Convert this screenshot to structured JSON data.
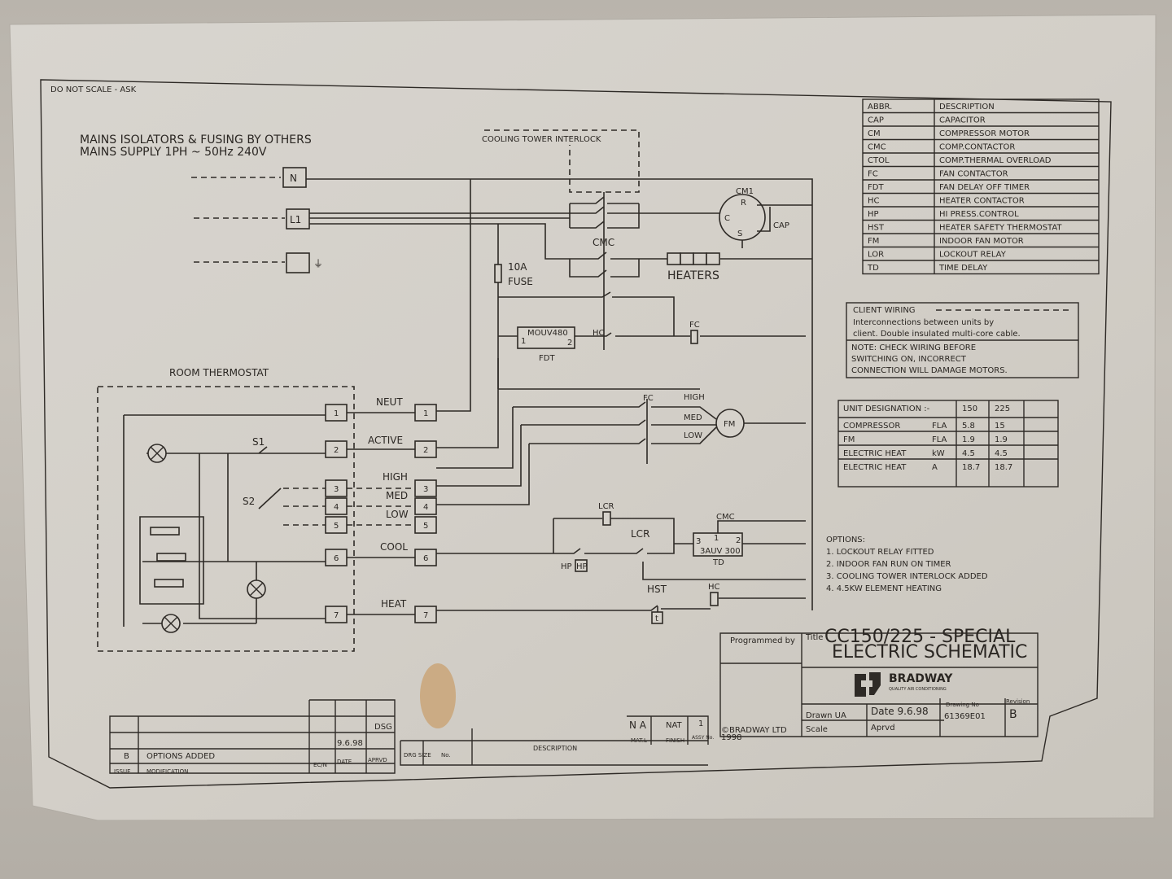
{
  "header": {
    "scale_note": "DO NOT SCALE - ASK",
    "mains_line1": "MAINS ISOLATORS & FUSING BY OTHERS",
    "mains_line2": "MAINS SUPPLY 1PH ~ 50Hz 240V"
  },
  "supply": {
    "neutral": "N",
    "live": "L1",
    "earth": "⏚"
  },
  "components": {
    "cooling_tower": "COOLING TOWER INTERLOCK",
    "cmc": "CMC",
    "cm1": "CM1",
    "cm_c": "C",
    "cm_r": "R",
    "cm_s": "S",
    "cap": "CAP",
    "fuse_rating": "10A",
    "fuse": "FUSE",
    "heaters": "HEATERS",
    "fdt_model": "MOUV480",
    "fdt_pin1": "1",
    "fdt_pin2": "2",
    "fdt": "FDT",
    "hc_contact": "HC",
    "fc_coil": "FC",
    "fc_contacts": "FC",
    "high": "HIGH",
    "med": "MED",
    "low": "LOW",
    "fm": "FM",
    "lcr_coil": "LCR",
    "lcr_contact": "LCR",
    "hp": "HP",
    "hp_box": "HP",
    "cmc_coil": "CMC",
    "td_pin1": "1",
    "td_pin2": "2",
    "td_pin3": "3",
    "td_model": "3AUV 300",
    "td": "TD",
    "hst": "HST",
    "hst_box": "t",
    "hc_coil": "HC"
  },
  "thermostat": {
    "title": "ROOM THERMOSTAT",
    "s1": "S1",
    "s2": "S2",
    "terminals": [
      "1",
      "2",
      "3",
      "4",
      "5",
      "6",
      "7"
    ]
  },
  "wires": {
    "neut": "NEUT",
    "active": "ACTIVE",
    "high": "HIGH",
    "med": "MED",
    "low": "LOW",
    "cool": "COOL",
    "heat": "HEAT"
  },
  "abbreviations": {
    "header": [
      "ABBR.",
      "DESCRIPTION"
    ],
    "rows": [
      [
        "CAP",
        "CAPACITOR"
      ],
      [
        "CM",
        "COMPRESSOR MOTOR"
      ],
      [
        "CMC",
        "COMP.CONTACTOR"
      ],
      [
        "CTOL",
        "COMP.THERMAL OVERLOAD"
      ],
      [
        "FC",
        "FAN CONTACTOR"
      ],
      [
        "FDT",
        "FAN DELAY OFF TIMER"
      ],
      [
        "HC",
        "HEATER CONTACTOR"
      ],
      [
        "HP",
        "HI PRESS.CONTROL"
      ],
      [
        "HST",
        "HEATER SAFETY THERMOSTAT"
      ],
      [
        "FM",
        "INDOOR FAN MOTOR"
      ],
      [
        "LOR",
        "LOCKOUT RELAY"
      ],
      [
        "TD",
        "TIME DELAY"
      ]
    ]
  },
  "client_wiring": {
    "title": "CLIENT WIRING",
    "line1": "Interconnections between units by",
    "line2": "client. Double insulated multi-core cable.",
    "note1": "NOTE: CHECK WIRING BEFORE",
    "note2": "SWITCHING ON, INCORRECT",
    "note3": "CONNECTION WILL DAMAGE MOTORS."
  },
  "unit_table": {
    "header": [
      "UNIT DESIGNATION :-",
      "",
      "150",
      "225"
    ],
    "rows": [
      [
        "COMPRESSOR",
        "FLA",
        "5.8",
        "15"
      ],
      [
        "FM",
        "FLA",
        "1.9",
        "1.9"
      ],
      [
        "ELECTRIC HEAT",
        "kW",
        "4.5",
        "4.5"
      ],
      [
        "ELECTRIC HEAT",
        "A",
        "18.7",
        "18.7"
      ]
    ]
  },
  "options": {
    "title": "OPTIONS:",
    "items": [
      "1. LOCKOUT RELAY FITTED",
      "2. INDOOR FAN RUN ON TIMER",
      "3. COOLING TOWER INTERLOCK ADDED",
      "4. 4.5KW ELEMENT HEATING"
    ]
  },
  "title_block": {
    "programmed_by": "Programmed by",
    "title_label": "Title",
    "title_line1": "CC150/225 - SPECIAL",
    "title_line2": "ELECTRIC SCHEMATIC",
    "brand": "BRADWAY",
    "brand_tagline": "QUALITY AIR CONDITIONING",
    "copyright": "©BRADWAY LTD",
    "year": "1998",
    "drawn": "Drawn UA",
    "date": "Date 9.6.98",
    "scale": "Scale",
    "approved": "Aprvd",
    "drawing_no_label": "Drawing No",
    "drawing_no": "61369E01",
    "revision_label": "Revision",
    "revision": "B"
  },
  "revision_block": {
    "dsg": "DSG",
    "rev_date": "9.6.98",
    "rev_letter": "B",
    "rev_text": "OPTIONS ADDED",
    "issue": "ISSUE",
    "modification": "MODIFICATION",
    "ecn": "EC/N",
    "date_label": "DATE",
    "aprvd": "APRVD",
    "drg_size": "DRG SIZE",
    "no": "No.",
    "description": "DESCRIPTION",
    "matl_val": "N A",
    "finish_val": "NAT",
    "assy_val": "1",
    "matl": "MAT.L",
    "finish": "FINISH",
    "assy": "ASSY No."
  }
}
